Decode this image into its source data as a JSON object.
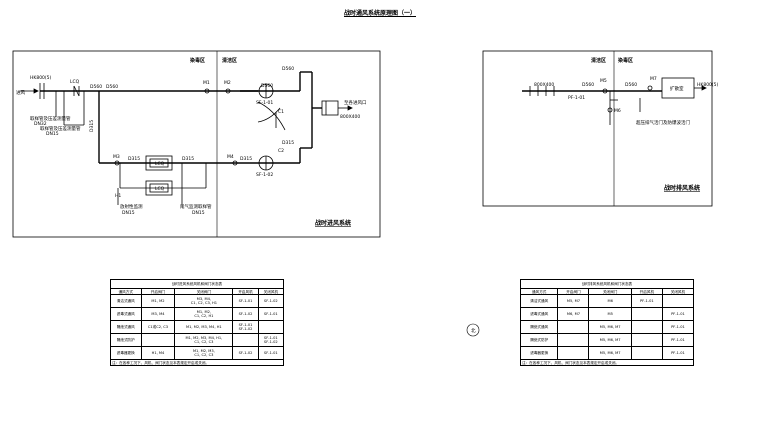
{
  "title": "战时通风系统原理图（一）",
  "left_panel": {
    "zone_toxic": "染毒区",
    "zone_clean": "清洁区",
    "system_title": "战时进风系统",
    "labels": {
      "hk800": "HK800(5)",
      "inlet": "进风",
      "lcq": "LCQ",
      "d560_a": "D560",
      "d560_b": "D560",
      "m1": "M1",
      "m2": "M2",
      "d560_c": "D560",
      "d560_top": "D560",
      "sf101": "SF-1-01",
      "c1": "C1",
      "d315_v": "D315",
      "m3": "M3",
      "d315_a": "D315",
      "d315_b": "D315",
      "lcq_filter1": "LCQ",
      "lcq_filter2": "LCQ",
      "h1": "H1",
      "dn32": "DN32",
      "dn15_a": "DN15",
      "dn15_b": "DN15",
      "dn15_c": "DN15",
      "m4": "M4",
      "c2": "C2",
      "d315_c": "D315",
      "d315_d": "D315",
      "sf102": "SF-1-02",
      "b800": "800X400",
      "main_arrow": "至各进风口",
      "note1": "取样管及压差测量管",
      "note2": "取样管及压差测量管",
      "note3": "放射性监测",
      "note4": "尾气监测取样管"
    }
  },
  "right_panel": {
    "zone_clean": "清洁区",
    "zone_toxic": "染毒区",
    "system_title": "战时排风系统",
    "labels": {
      "b800": "800X400",
      "d560_a": "D560",
      "d560_b": "D560",
      "pf101": "PF-1-01",
      "m5": "M5",
      "m6": "M6",
      "m7": "M7",
      "hk800": "HK800(5)",
      "room": "扩散室",
      "note": "超压排气活门及防爆波活门"
    }
  },
  "tables": [
    {
      "caption": "战时进风系统风机和阀门状态表",
      "headers": [
        "通风方式",
        "开启阀门",
        "关闭阀门",
        "开启风机",
        "关闭风机"
      ],
      "rows": [
        [
          "清洁式通风",
          "M1, M2",
          "M3, M4,\nC1, C2, C3, H1",
          "SF-1-01",
          "SF-1-02"
        ],
        [
          "滤毒式通风",
          "M3, M4",
          "M1, M2,\nC1, C2, H1",
          "SF-1-02",
          "SF-1-01"
        ],
        [
          "隔绝式通风",
          "C1或C2, C3",
          "M1, M2, M3, M4, H1",
          "SF-1-01\nSF-1-02",
          ""
        ],
        [
          "隔绝式防护",
          "",
          "M1, M2, M3, M4, H1,\nC1, C2, C3",
          "",
          "SF-1-01\nSF-1-02"
        ],
        [
          "滤毒器更换",
          "H1, M4",
          "M1, M2, M3,\nC1, C2, C3",
          "SF-1-02",
          "SF-1-01"
        ]
      ],
      "note": "注：在各种工况下，风机、阀门状态见本表规定开启或关闭。"
    },
    {
      "caption": "战时排风系统风机和阀门状态表",
      "headers": [
        "通风方式",
        "开启阀门",
        "关闭阀门",
        "开启风机",
        "关闭风机"
      ],
      "rows": [
        [
          "清洁式通风",
          "M5, M7",
          "M6",
          "PF-1-01",
          ""
        ],
        [
          "滤毒式通风",
          "M6, M7",
          "M5",
          "",
          "PF-1-01"
        ],
        [
          "隔绝式通风",
          "",
          "M5, M6, M7",
          "",
          "PF-1-01"
        ],
        [
          "隔绝式防护",
          "",
          "M5, M6, M7",
          "",
          "PF-1-01"
        ],
        [
          "滤毒器更换",
          "",
          "M5, M6, M7",
          "",
          "PF-1-01"
        ]
      ],
      "note": "注：在各种工况下，风机、阀门状态见本表规定开启或关闭。"
    }
  ],
  "north_mark": "北"
}
